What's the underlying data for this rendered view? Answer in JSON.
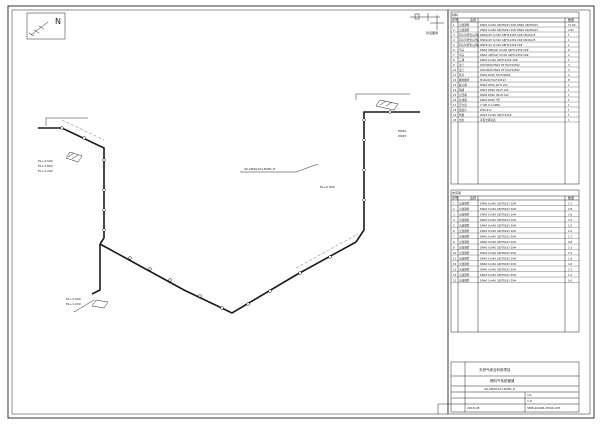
{
  "north_label": "N",
  "title_block": {
    "project": "天然气综合利用项目",
    "drawing_title": "燃料气系统管道",
    "line_number": "40-AM20101-B2B1-H",
    "drawing_no": "SM8-2000B-2M04-005",
    "date": "2018.08",
    "sheet": "1/1",
    "scale": "1:0"
  },
  "materials_table": {
    "header": "材料",
    "col_no": "序号",
    "col_desc": "名称",
    "col_qty": "数量",
    "rows": [
      {
        "no": "1",
        "name": "无缝钢管",
        "spec": "DN40 Sch40 GB/T8163 20# DN40 GB/T8163",
        "qty": "12.00"
      },
      {
        "no": "2",
        "name": "无缝钢管",
        "spec": "DN40 Sch40 GB/T8163 20# DN40 GB/T8163",
        "qty": "2.00"
      },
      {
        "no": "3",
        "name": "同心异径管(对焊)",
        "spec": "DN40x25 Sch40 GB/T12459 20# DN40x25",
        "qty": "1"
      },
      {
        "no": "4",
        "name": "同心异径管(对焊)",
        "spec": "DN40x25 Sch40 GB/T12459 20# DN40x25",
        "qty": "1"
      },
      {
        "no": "5",
        "name": "同心异径管(对焊)",
        "spec": "DN25x15 Sch40 GB/T12459 20#",
        "qty": "1"
      },
      {
        "no": "6",
        "name": "弯头",
        "spec": "DN40 90E(LR) Sch40 GB/T12459 20#",
        "qty": "8"
      },
      {
        "no": "7",
        "name": "弯头",
        "spec": "DN40 45E(LR) Sch40 GB/T12459 20#",
        "qty": "2"
      },
      {
        "no": "8",
        "name": "三通",
        "spec": "DN40 Sch40 GB/T12459 20#",
        "qty": "1"
      },
      {
        "no": "9",
        "name": "法兰",
        "spec": "WN DN40 PN16 RF HG/T20592",
        "qty": "4"
      },
      {
        "no": "10",
        "name": "法兰",
        "spec": "WN DN25 PN16 RF HG/T20592",
        "qty": "2"
      },
      {
        "no": "11",
        "name": "垫片",
        "spec": "DN40 PN16 HG/T20606",
        "qty": "2"
      },
      {
        "no": "12",
        "name": "螺柱螺母",
        "spec": "M16x90 HG/T20613",
        "qty": "8"
      },
      {
        "no": "13",
        "name": "截止阀",
        "spec": "DN40 PN16 J41H-16C",
        "qty": "1"
      },
      {
        "no": "14",
        "name": "球阀",
        "spec": "DN25 PN16 Q41F-16C",
        "qty": "1"
      },
      {
        "no": "15",
        "name": "止回阀",
        "spec": "DN40 PN16 H41H-16C",
        "qty": "1"
      },
      {
        "no": "16",
        "name": "过滤器",
        "spec": "DN40 PN16 Y型",
        "qty": "1"
      },
      {
        "no": "17",
        "name": "压力表",
        "spec": "Y-100 0-1.6MPa",
        "qty": "1"
      },
      {
        "no": "18",
        "name": "温度计",
        "spec": "WSS-411",
        "qty": "1"
      },
      {
        "no": "19",
        "name": "管帽",
        "spec": "DN25 Sch40 GB/T12459",
        "qty": "1"
      },
      {
        "no": "20",
        "name": "支架",
        "spec": "详见支吊架表",
        "qty": "1"
      }
    ]
  },
  "supports_table": {
    "header": "支吊架",
    "col_no": "序号",
    "col_desc": "名称",
    "col_qty": "数量",
    "rows": [
      {
        "no": "1",
        "name": "无缝钢管",
        "spec": "DN40 Sch40 GB/T8163 20#",
        "qty": "1.5"
      },
      {
        "no": "2",
        "name": "无缝钢管",
        "spec": "DN40 Sch40 GB/T8163 20#",
        "qty": "2.8"
      },
      {
        "no": "3",
        "name": "无缝钢管",
        "spec": "DN40 Sch40 GB/T8163 20#",
        "qty": "3.6"
      },
      {
        "no": "4",
        "name": "无缝钢管",
        "spec": "DN40 Sch40 GB/T8163 20#",
        "qty": "4.2"
      },
      {
        "no": "5",
        "name": "无缝钢管",
        "spec": "DN40 Sch40 GB/T8163 20#",
        "qty": "5.0"
      },
      {
        "no": "6",
        "name": "无缝钢管",
        "spec": "DN40 Sch40 GB/T8163 20#",
        "qty": "2.0"
      },
      {
        "no": "7",
        "name": "无缝钢管",
        "spec": "DN40 Sch40 GB/T8163 20#",
        "qty": "1.2"
      },
      {
        "no": "8",
        "name": "无缝钢管",
        "spec": "DN40 Sch40 GB/T8163 20#",
        "qty": "0.8"
      },
      {
        "no": "9",
        "name": "无缝钢管",
        "spec": "DN40 Sch40 GB/T8163 20#",
        "qty": "3.3"
      },
      {
        "no": "10",
        "name": "无缝钢管",
        "spec": "DN40 Sch40 GB/T8163 20#",
        "qty": "2.5"
      },
      {
        "no": "11",
        "name": "无缝钢管",
        "spec": "DN40 Sch40 GB/T8163 20#",
        "qty": "1.6"
      },
      {
        "no": "12",
        "name": "无缝钢管",
        "spec": "DN40 Sch40 GB/T8163 20#",
        "qty": "4.0"
      },
      {
        "no": "13",
        "name": "无缝钢管",
        "spec": "DN40 Sch40 GB/T8163 20#",
        "qty": "2.2"
      },
      {
        "no": "14",
        "name": "无缝钢管",
        "spec": "DN40 Sch40 GB/T8163 20#",
        "qty": "1.0"
      },
      {
        "no": "15",
        "name": "无缝钢管",
        "spec": "DN40 Sch40 GB/T8163 20#",
        "qty": "0.6"
      }
    ]
  },
  "annotations": [
    {
      "id": "a1",
      "text": "EL+4.500"
    },
    {
      "id": "a2",
      "text": "EL+3.800"
    },
    {
      "id": "a3",
      "text": "EL+3.200"
    },
    {
      "id": "a4",
      "text": "EL+2.500"
    },
    {
      "id": "a5",
      "text": "EL+1.200"
    },
    {
      "id": "a6",
      "text": "EL+0.600"
    },
    {
      "id": "a7",
      "text": "40-AM20101-B2B1-H"
    },
    {
      "id": "a8",
      "text": "DN40"
    },
    {
      "id": "a9",
      "text": "DN25"
    }
  ],
  "scale_legend": "管道图例"
}
